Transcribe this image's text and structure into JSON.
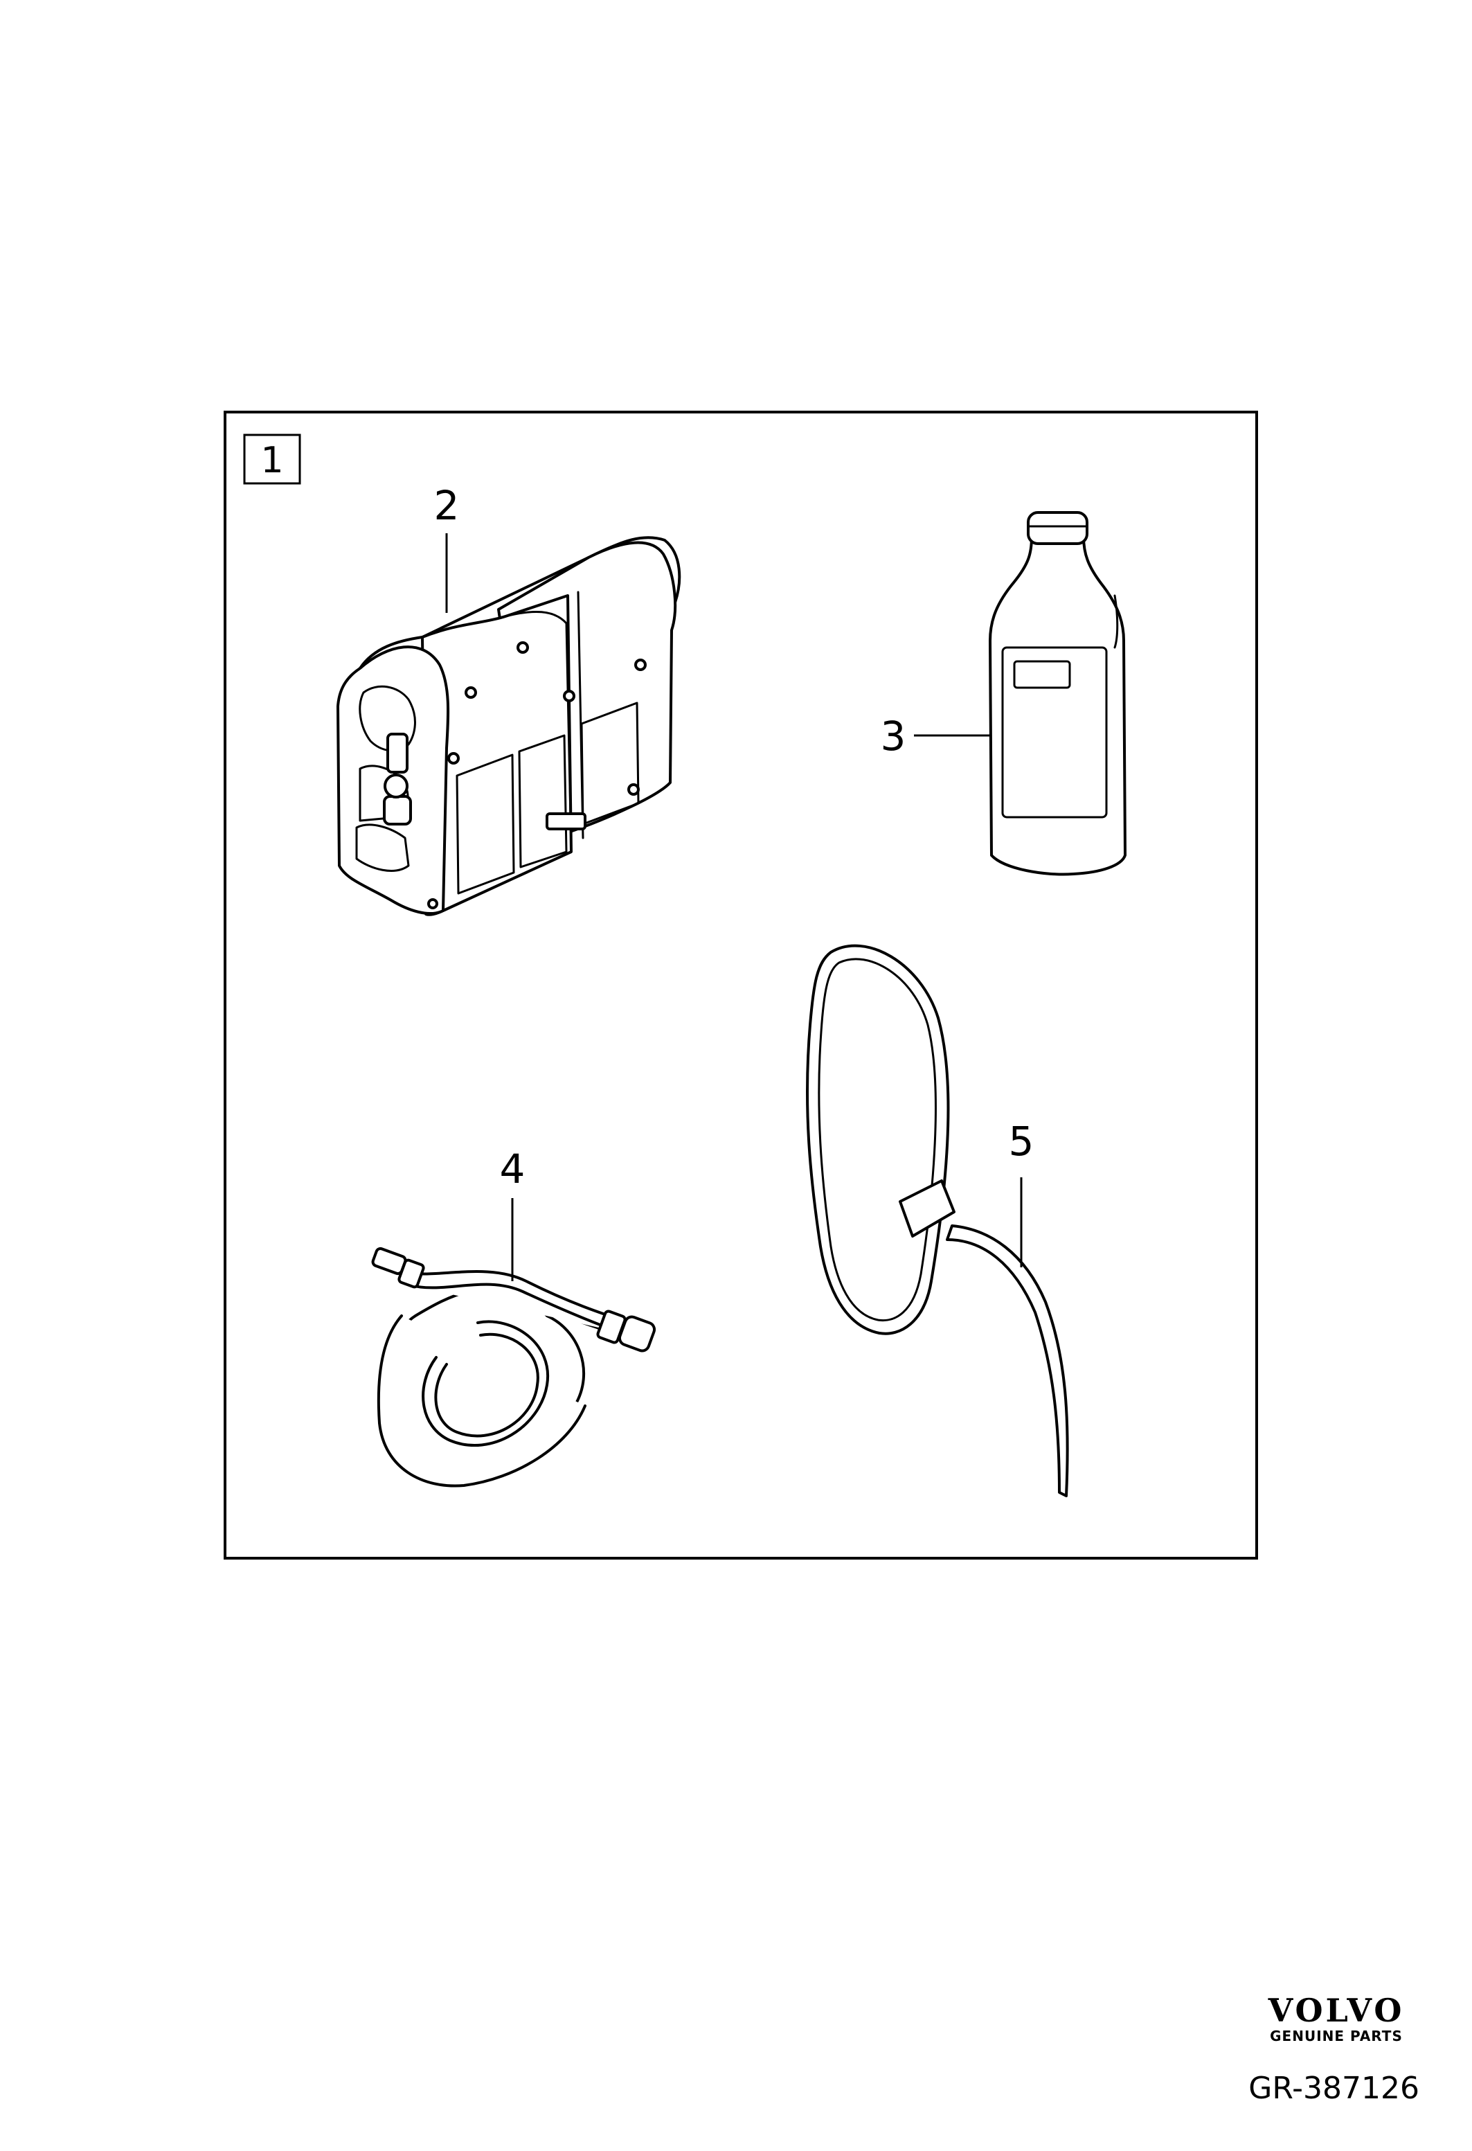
{
  "kit": {
    "number": "1"
  },
  "callouts": [
    {
      "id": "compressor",
      "number": "2"
    },
    {
      "id": "sealant-bottle",
      "number": "3"
    },
    {
      "id": "air-hose",
      "number": "4"
    },
    {
      "id": "strap",
      "number": "5"
    }
  ],
  "branding": {
    "logo_text": "VOLVO",
    "tagline": "GENUINE PARTS",
    "reference": "GR-387126"
  }
}
